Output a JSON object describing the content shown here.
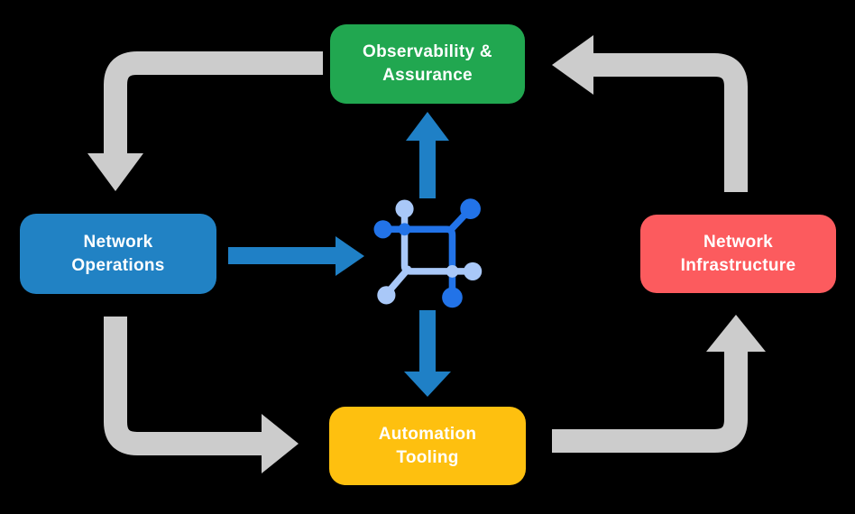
{
  "diagram": {
    "background_color": "#000000",
    "nodes": {
      "observability": {
        "line1": "Observability &",
        "line2": "Assurance",
        "color": "#21A750",
        "text_color": "#FFFFFF"
      },
      "operations": {
        "line1": "Network",
        "line2": "Operations",
        "color": "#2182C4",
        "text_color": "#FFFFFF"
      },
      "infrastructure": {
        "line1": "Network",
        "line2": "Infrastructure",
        "color": "#FC5B5E",
        "text_color": "#FFFFFF"
      },
      "automation": {
        "line1": "Automation",
        "line2": "Tooling",
        "color": "#FEC00F",
        "text_color": "#FFFFFF"
      }
    },
    "center_icon": {
      "name": "network-hub-icon",
      "dark_color": "#2273E8",
      "light_color": "#A9C8F8"
    },
    "arrows": {
      "gray_color": "#CCCCCC",
      "blue_color": "#1F80C6",
      "cycle_flow": [
        "observability -> operations",
        "operations -> automation",
        "automation -> infrastructure",
        "infrastructure -> observability"
      ],
      "hub_flow": [
        "operations -> hub",
        "hub -> observability",
        "hub -> automation"
      ]
    }
  }
}
